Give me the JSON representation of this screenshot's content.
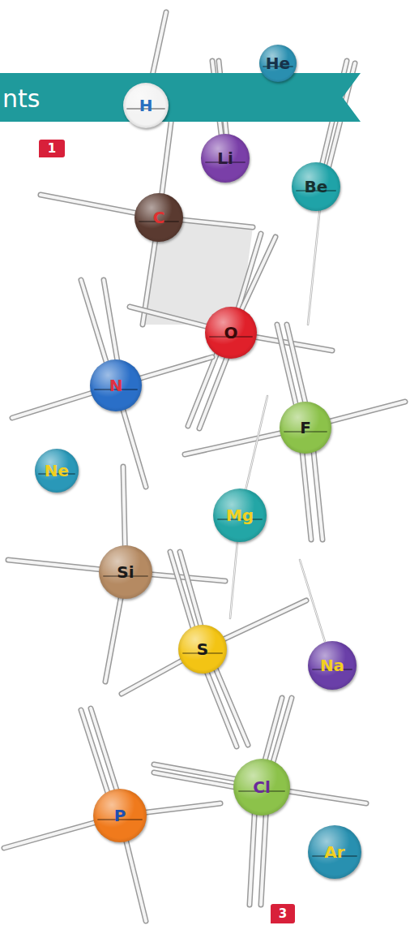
{
  "diagram": {
    "nodes": [
      {
        "text": [
          "nts"
        ]
      },
      {
        "text": [
          "He"
        ]
      },
      {
        "text": [
          "H"
        ]
      },
      {
        "text": [
          "Li"
        ]
      },
      {
        "text": [
          "Be"
        ]
      },
      {
        "text": [
          "C"
        ]
      },
      {
        "text": [
          "O"
        ]
      },
      {
        "text": [
          "N"
        ]
      },
      {
        "text": [
          "F"
        ]
      },
      {
        "text": [
          "Ne"
        ]
      },
      {
        "text": [
          "Mg"
        ]
      },
      {
        "text": [
          "Si"
        ]
      },
      {
        "text": [
          "S"
        ]
      },
      {
        "text": [
          "Na"
        ]
      },
      {
        "text": [
          "Cl"
        ]
      },
      {
        "text": [
          "P"
        ]
      },
      {
        "text": [
          "Ar"
        ]
      }
    ],
    "labels": [
      "1",
      "3"
    ]
  }
}
